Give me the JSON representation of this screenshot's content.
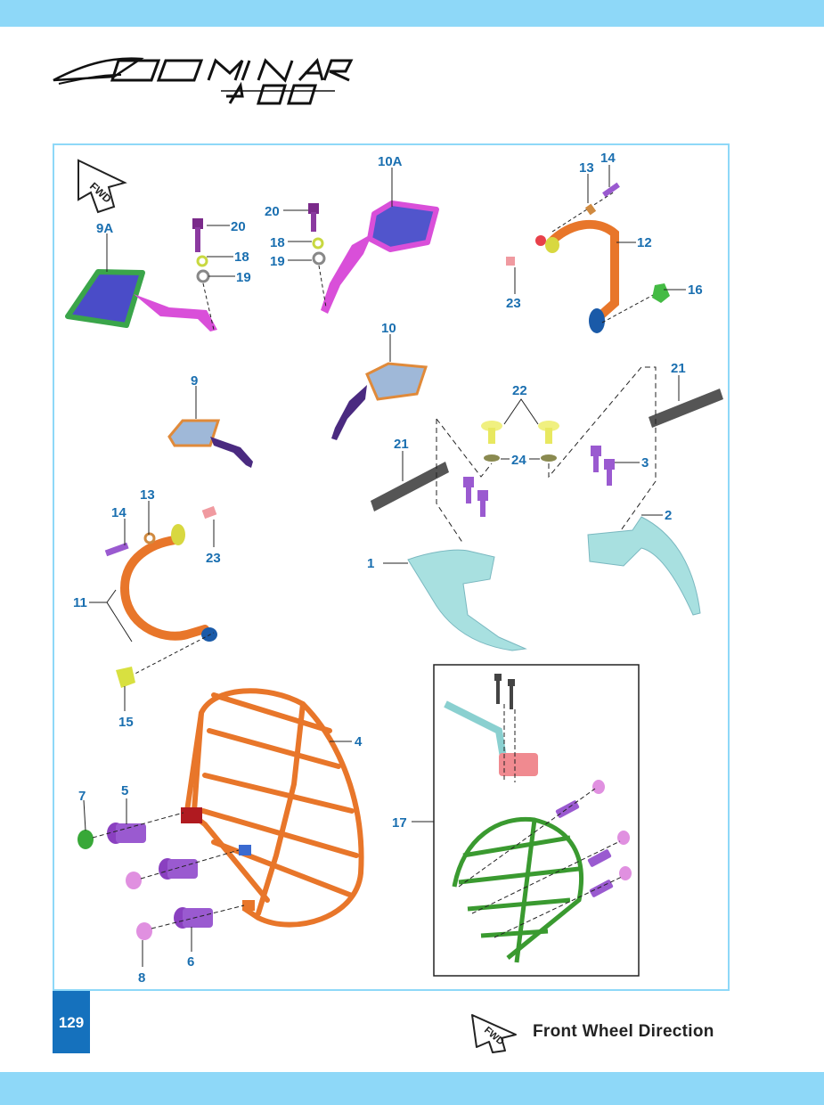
{
  "header": {
    "logo_text": "DOMINAR",
    "logo_model": "400"
  },
  "diagram": {
    "fwd_icon": "FWD",
    "callouts": [
      "1",
      "2",
      "3",
      "4",
      "5",
      "6",
      "7",
      "8",
      "9",
      "9A",
      "10",
      "10A",
      "11",
      "12",
      "13",
      "14",
      "15",
      "16",
      "17",
      "18",
      "19",
      "20",
      "21",
      "22",
      "23",
      "24"
    ]
  },
  "footer": {
    "page_number": "129",
    "legend_icon": "FWD",
    "legend_text": "Front Wheel Direction"
  },
  "colors": {
    "band": "#8ed8f8",
    "callout": "#1a6fb0",
    "page_badge": "#1571bd"
  }
}
